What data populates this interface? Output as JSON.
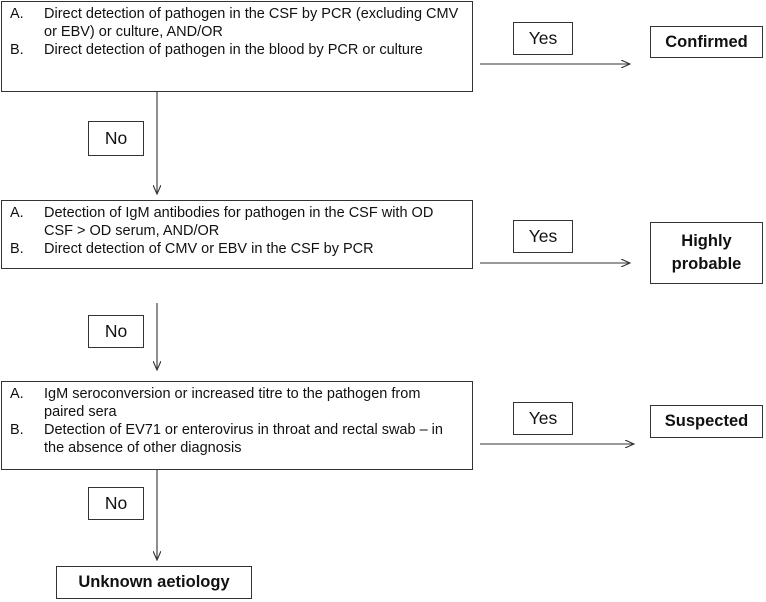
{
  "boxes": [
    {
      "items": [
        {
          "letter": "A.",
          "text": "Direct detection of pathogen in the CSF by PCR (excluding CMV or EBV) or culture, AND/OR"
        },
        {
          "letter": "B.",
          "text": "Direct detection of pathogen in the blood by PCR or culture"
        }
      ],
      "yes_label": "Yes",
      "result": "Confirmed",
      "no_label": "No"
    },
    {
      "items": [
        {
          "letter": "A.",
          "text": "Detection of IgM antibodies for pathogen in the CSF with OD CSF > OD serum, AND/OR"
        },
        {
          "letter": "B.",
          "text": "Direct detection of CMV or EBV in the CSF by PCR"
        }
      ],
      "yes_label": "Yes",
      "result": "Highly probable",
      "no_label": "No"
    },
    {
      "items": [
        {
          "letter": "A.",
          "text": "IgM seroconversion or increased titre to the pathogen from paired sera"
        },
        {
          "letter": "B.",
          "text": "Detection of EV71 or enterovirus in throat and rectal swab – in the absence of other diagnosis"
        }
      ],
      "yes_label": "Yes",
      "result": "Suspected",
      "no_label": "No"
    }
  ],
  "final_result": "Unknown aetiology"
}
